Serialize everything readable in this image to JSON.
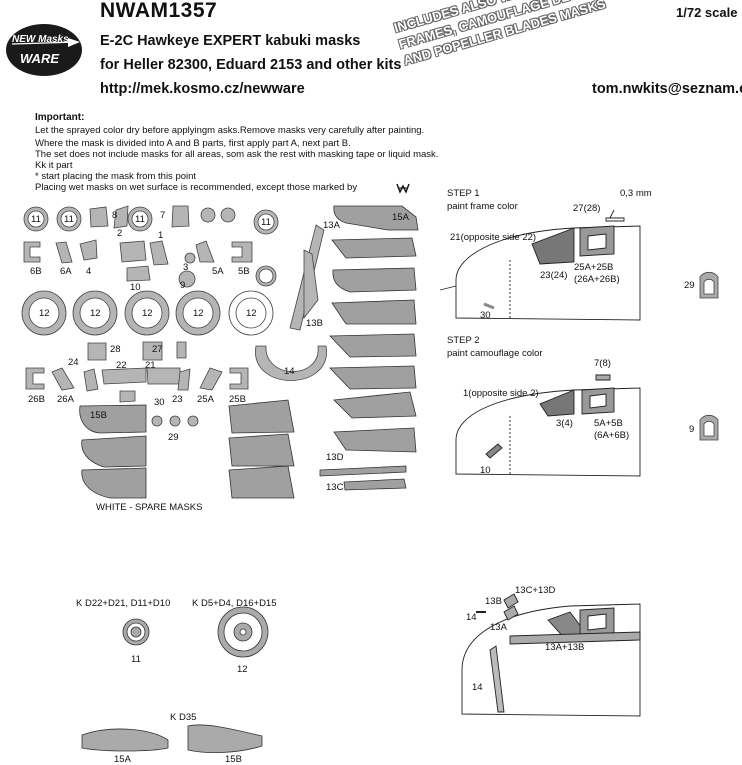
{
  "header": {
    "product_code": "NWAM1357",
    "scale": "1/72 scale",
    "title": "E-2C Hawkeye EXPERT kabuki masks",
    "kits": "for Heller 82300, Eduard 2153 and other kits",
    "url": "http://mek.kosmo.cz/newware",
    "email": "tom.nwkits@seznam.cz"
  },
  "logo": {
    "line1": "NEW Masks",
    "line2": "WARE"
  },
  "promo": [
    "INCLUDES ALSO WINDOWS",
    "FRAMES, CAMOUFLAGE DETAILS",
    "AND POPELLER BLADES MASKS"
  ],
  "instructions": {
    "heading": "Important:",
    "lines": [
      "Let the sprayed color dry before applyingm asks.Remove masks very carefully after painting.",
      "Where the mask is divided into A and B parts, first apply part A, next part B.",
      "The set does not include masks for all areas, som ask the rest with masking tape or liquid mask.",
      "Kk it part",
      "* start placing the mask from this point",
      "Placing wet masks on wet surface is recommended, except those marked by"
    ]
  },
  "sheet_labels": {
    "n11a": "11",
    "n11b": "11",
    "n11c": "11",
    "n11d": "11",
    "n8": "8",
    "n2": "2",
    "n7": "7",
    "n1": "1",
    "n6b": "6B",
    "n6a": "6A",
    "n4": "4",
    "n3": "3",
    "n9": "9",
    "n5a": "5A",
    "n5b": "5B",
    "n10": "10",
    "n12a": "12",
    "n12b": "12",
    "n12c": "12",
    "n12d": "12",
    "n12e": "12",
    "n28": "28",
    "n27": "27",
    "n24": "24",
    "n22": "22",
    "n21": "21",
    "n26b": "26B",
    "n26a": "26A",
    "n30": "30",
    "n23": "23",
    "n25a": "25A",
    "n25b": "25B",
    "n15b": "15B",
    "n29": "29",
    "n13a": "13A",
    "n13b": "13B",
    "n14": "14",
    "n15a": "15A",
    "n13d": "13D",
    "n13c": "13C",
    "spare": "WHITE - SPARE MASKS"
  },
  "step1": {
    "title": "STEP 1",
    "desc": "paint frame color",
    "thickness": "0,3 mm",
    "l27": "27(28)",
    "l21": "21(opposite side 22)",
    "l25": "25A+25B",
    "l26": "(26A+26B)",
    "l23": "23(24)",
    "l30": "30"
  },
  "step2": {
    "title": "STEP 2",
    "desc": "paint camouflage color",
    "l7": "7(8)",
    "l1": "1(opposite side 2)",
    "l3": "3(4)",
    "l5": "5A+5B",
    "l6": "(6A+6B)",
    "l10": "10"
  },
  "step3": {
    "l13c": "13C+13D",
    "l13b": "13B",
    "l13a": "13A",
    "l14a": "14",
    "l14b": "14",
    "l13ab": "13A+13B"
  },
  "side": {
    "l29": "29",
    "l9": "9"
  },
  "wheels": {
    "kit1": "K D22+D21, D11+D10",
    "kit2": "K D5+D4, D16+D15",
    "w11": "11",
    "w12": "12"
  },
  "blades": {
    "kit": "K D35",
    "l15a": "15A",
    "l15b": "15B"
  }
}
